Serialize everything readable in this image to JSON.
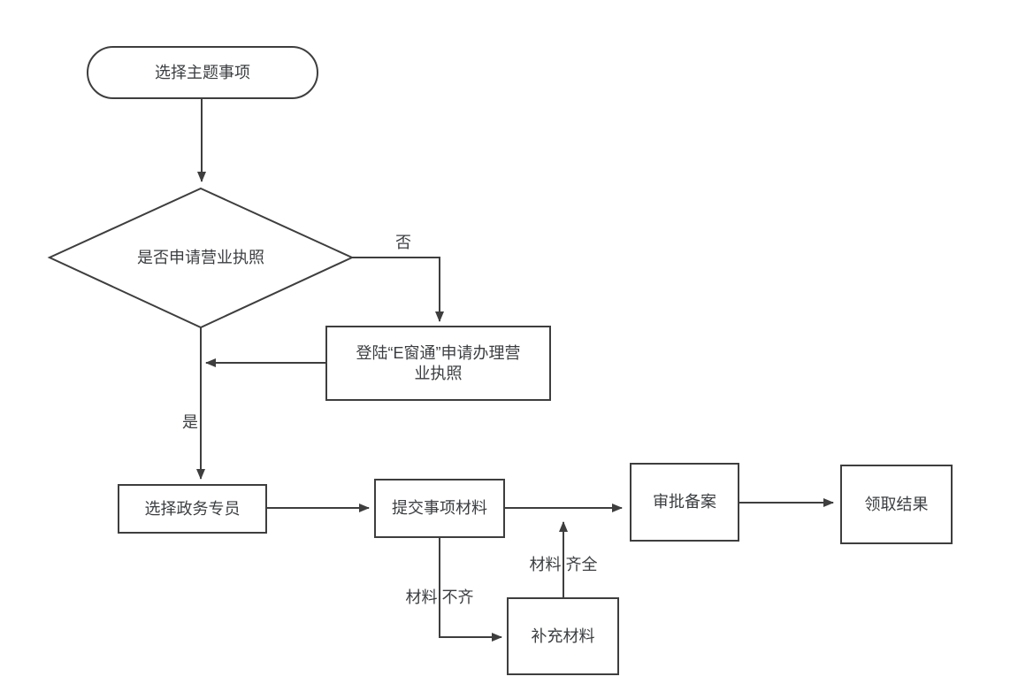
{
  "flowchart": {
    "nodes": {
      "start": "选择主题事项",
      "decision": "是否申请营业执照",
      "ewindow": "登陆“E窗通”申请办理营\n业执照",
      "specialist": "选择政务专员",
      "submit": "提交事项材料",
      "approve": "审批备案",
      "result": "领取结果",
      "supplement": "补充材料"
    },
    "edge_labels": {
      "no": "否",
      "yes": "是",
      "materials_incomplete": "材料 不齐",
      "materials_complete": "材料 齐全"
    },
    "colors": {
      "stroke": "#3e3e3e",
      "text": "#3b3e41",
      "background": "#ffffff"
    }
  }
}
